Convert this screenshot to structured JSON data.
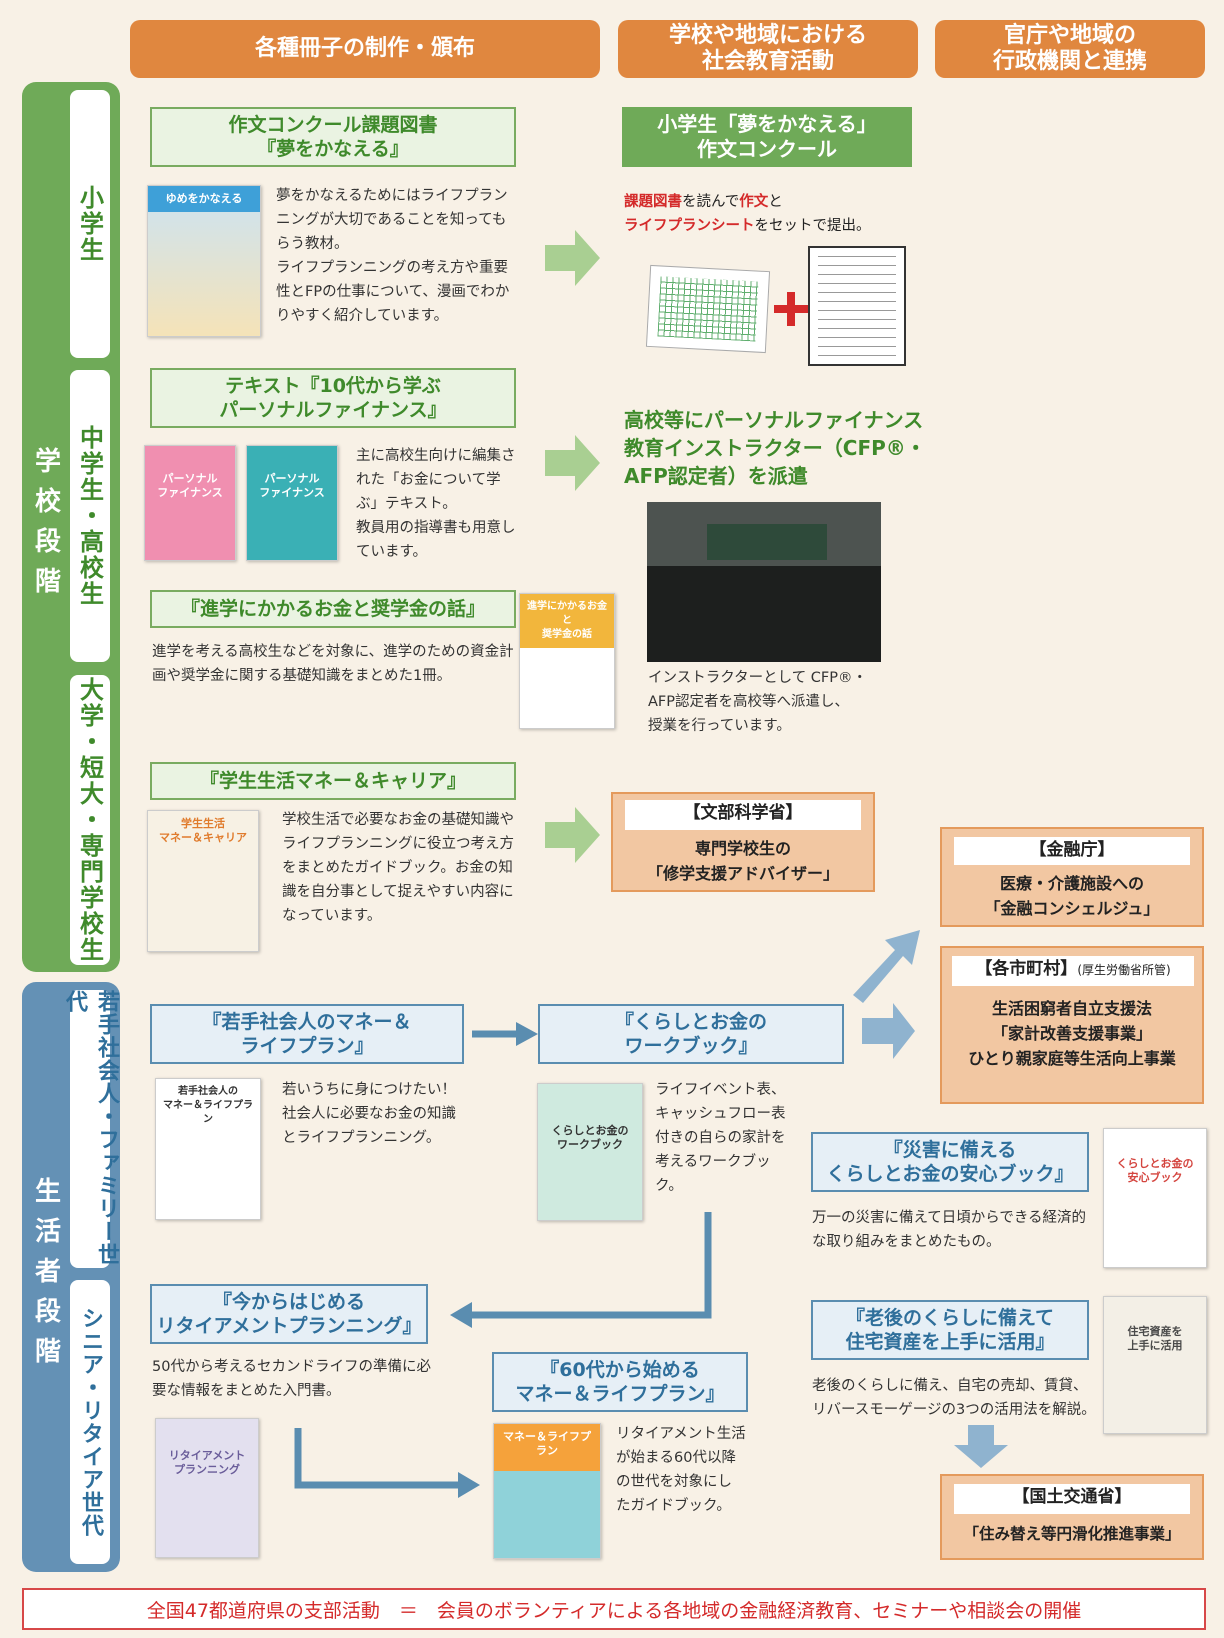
{
  "headers": {
    "col1": "各種冊子の制作・頒布",
    "col2": "学校や地域における\n社会教育活動",
    "col3": "官庁や地域の\n行政機関と連携"
  },
  "phases": {
    "school": "学校段階",
    "consumer": "生活者段階"
  },
  "stages": {
    "elementary": "小学生",
    "middle_high": "中学生・高校生",
    "university": "大学・短大・専門学校生",
    "young": "若手社会人・ファミリー世代",
    "senior": "シニア・リタイア世代"
  },
  "items": {
    "essay_book_title": "作文コンクール課題図書\n『夢をかなえる』",
    "essay_book_desc": "夢をかなえるためにはライフプランニングが大切であることを知ってもらう教材。\nライフプランニングの考え方や重要性とFPの仕事について、漫画でわかりやすく紹介しています。",
    "essay_contest_title": "小学生「夢をかなえる」\n作文コンクール",
    "essay_contest_part1": "課題図書",
    "essay_contest_part2": "を読んで",
    "essay_contest_part3": "作文",
    "essay_contest_part4": "と",
    "essay_contest_part5": "ライフプランシート",
    "essay_contest_part6": "をセットで提出。",
    "text_10s_title": "テキスト『10代から学ぶ\nパーソナルファイナンス』",
    "text_10s_desc": "主に高校生向けに編集された「お金について学ぶ」テキスト。\n教員用の指導書も用意しています。",
    "instructor_title": "高校等にパーソナルファイナンス\n教育インストラクター（CFP®・\nAFP認定者）を派遣",
    "instructor_desc": "インストラクターとして CFP®・\nAFP認定者を高校等へ派遣し、\n授業を行っています。",
    "scholarship_title": "『進学にかかるお金と奨学金の話』",
    "scholarship_desc": "進学を考える高校生などを対象に、進学のための資金計画や奨学金に関する基礎知識をまとめた1冊。",
    "student_life_title": "『学生生活マネー＆キャリア』",
    "student_life_desc": "学校生活で必要なお金の基礎知識やライフプランニングに役立つ考え方をまとめたガイドブック。お金の知識を自分事として捉えやすい内容になっています。",
    "young_title": "『若手社会人のマネー＆\nライフプラン』",
    "young_desc": "若いうちに身につけたい！社会人に必要なお金の知識とライフプランニング。",
    "workbook_title": "『くらしとお金の\nワークブック』",
    "workbook_desc": "ライフイベント表、キャッシュフロー表付きの自らの家計を考えるワークブック。",
    "retire_title": "『今からはじめる\nリタイアメントプランニング』",
    "retire_desc": "50代から考えるセカンドライフの準備に必要な情報をまとめた入門書。",
    "sixty_title": "『60代から始める\nマネー＆ライフプラン』",
    "sixty_desc": "リタイアメント生活が始まる60代以降の世代を対象にしたガイドブック。",
    "disaster_title": "『災害に備える\nくらしとお金の安心ブック』",
    "disaster_desc": "万一の災害に備えて日頃からできる経済的な取り組みをまとめたもの。",
    "housing_title": "『老後のくらしに備えて\n住宅資産を上手に活用』",
    "housing_desc": "老後のくらしに備え、自宅の売却、賃貸、リバースモーゲージの3つの活用法を解説。"
  },
  "agencies": {
    "mext_name": "【文部科学省】",
    "mext_body": "専門学校生の\n「修学支援アドバイザー」",
    "fsa_name": "【金融庁】",
    "fsa_body": "医療・介護施設への\n「金融コンシェルジュ」",
    "muni_name": "【各市町村】",
    "muni_note": "(厚生労働省所管)",
    "muni_body": "生活困窮者自立支援法\n「家計改善支援事業」\nひとり親家庭等生活向上事業",
    "mlit_name": "【国土交通省】",
    "mlit_body": "「住み替え等円滑化推進事業」"
  },
  "books": {
    "yume": "ゆめをかなえる",
    "pf1": "パーソナル\nファイナンス",
    "pf2": "パーソナル\nファイナンス",
    "shingaku": "進学にかかるお金と\n奨学金の話",
    "gakusei": "学生生活\nマネー＆キャリア",
    "wakate": "若手社会人の\nマネー＆ライフプラン",
    "kurashi": "くらしとお金の\nワークブック",
    "retire": "リタイアメント\nプランニング",
    "sixty": "マネー＆ライフプラン",
    "anshin": "くらしとお金の\n安心ブック",
    "jutaku": "住宅資産を\n上手に活用"
  },
  "footer": "全国47都道府県の支部活動　＝　会員のボランティアによる各地域の金融経済教育、セミナーや相談会の開催",
  "colors": {
    "orange": "#e0873f",
    "green": "#6faa58",
    "blue": "#6491b5",
    "red": "#d42a2a"
  }
}
